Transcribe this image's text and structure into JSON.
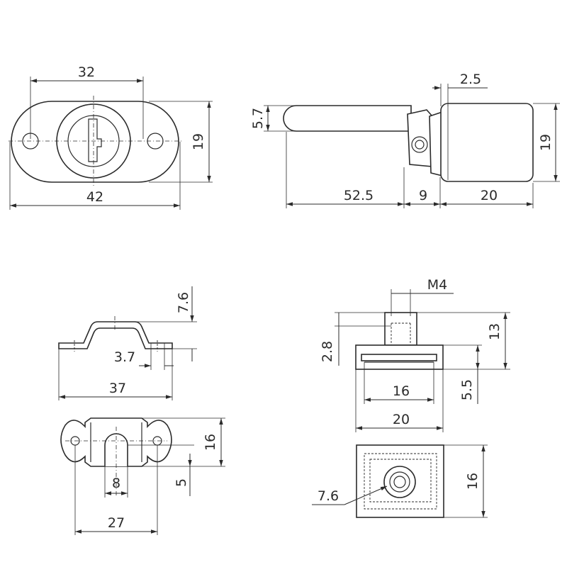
{
  "colors": {
    "line": "#2b2b2b",
    "background": "#ffffff"
  },
  "dimensions": {
    "top_front": {
      "spacing": "32",
      "overall_width": "42",
      "height": "19"
    },
    "top_side": {
      "bolt_diameter": "5.7",
      "offset": "2.5",
      "body_height": "19",
      "bolt_length": "52.5",
      "collar": "9",
      "body_length": "20"
    },
    "bracket": {
      "height": "7.6",
      "hole_diameter": "3.7",
      "overall_length": "37",
      "width": "16",
      "slot_width": "8",
      "slot_depth": "5",
      "hole_spacing": "27"
    },
    "strike": {
      "thread": "M4",
      "post_height": "2.8",
      "overall_height": "13",
      "plate_thickness": "5.5",
      "recess_width": "16",
      "overall_width": "20",
      "plate_depth": "16",
      "bolt_hole_diameter": "7.6"
    }
  }
}
